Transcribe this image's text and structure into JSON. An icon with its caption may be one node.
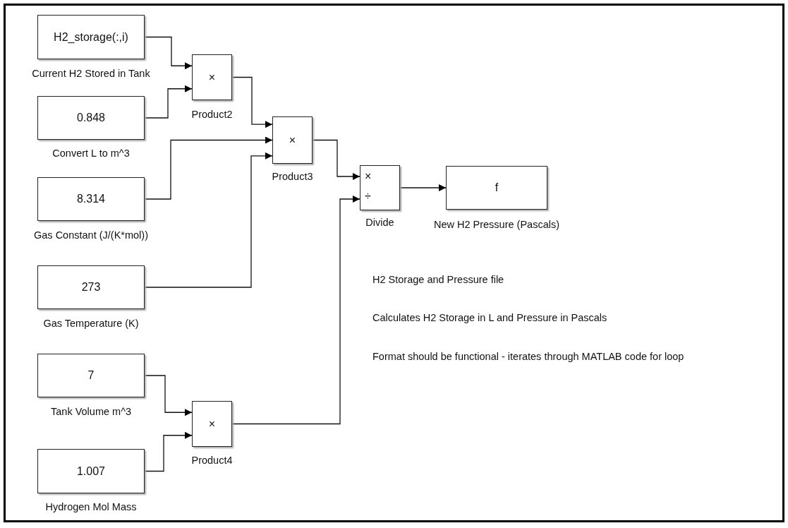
{
  "diagram": {
    "nodes": [
      {
        "text": [
          "H2_storage(:,i)",
          "Current H2 Stored in Tank"
        ]
      },
      {
        "text": [
          "0.848",
          "Convert L to m^3"
        ]
      },
      {
        "text": [
          "8.314",
          "Gas Constant (J/(K*mol))"
        ]
      },
      {
        "text": [
          "273",
          "Gas Temperature (K)"
        ]
      },
      {
        "text": [
          "7",
          "Tank Volume m^3"
        ]
      },
      {
        "text": [
          "1.007",
          "Hydrogen Mol Mass"
        ]
      },
      {
        "text": [
          "×",
          "Product2"
        ]
      },
      {
        "text": [
          "×",
          "Product3"
        ]
      },
      {
        "text": [
          "×",
          "Product4"
        ]
      },
      {
        "text": [
          "×",
          "÷",
          "Divide"
        ]
      },
      {
        "text": [
          "f",
          "New H2 Pressure (Pascals)"
        ]
      }
    ],
    "edges": [
      {
        "from": 0,
        "to": 6,
        "arrow": "to"
      },
      {
        "from": 1,
        "to": 6,
        "arrow": "to"
      },
      {
        "from": 6,
        "to": 7,
        "arrow": "to"
      },
      {
        "from": 2,
        "to": 7,
        "arrow": "to"
      },
      {
        "from": 3,
        "to": 7,
        "arrow": "to"
      },
      {
        "from": 7,
        "to": 9,
        "arrow": "to"
      },
      {
        "from": 4,
        "to": 8,
        "arrow": "to"
      },
      {
        "from": 5,
        "to": 8,
        "arrow": "to"
      },
      {
        "from": 8,
        "to": 9,
        "arrow": "to"
      },
      {
        "from": 9,
        "to": 10,
        "arrow": "to"
      }
    ],
    "labels": [
      "H2 Storage and Pressure file",
      "Calculates H2 Storage in L and Pressure in Pascals",
      "Format should be functional - iterates through MATLAB code for loop"
    ]
  }
}
